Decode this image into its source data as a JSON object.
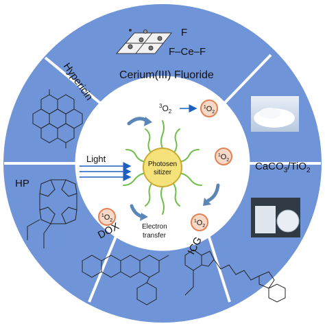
{
  "segments": {
    "cerium": {
      "label": "Cerium(III) Fluoride",
      "formula_top": "F",
      "formula_mid": "F–Ce–F"
    },
    "hypericin": {
      "label": "Hypericin"
    },
    "caco3": {
      "label_main": "CaCO",
      "label_sub": "3",
      "label_tail": "/TiO",
      "label_sub2": "2"
    },
    "hp": {
      "label": "HP"
    },
    "dox": {
      "label": "DOX"
    },
    "icg": {
      "label": "ICG"
    }
  },
  "center": {
    "core_line1": "Photosen",
    "core_line2": "sitizer",
    "light": "Light",
    "electron_line1": "Electron",
    "electron_line2": "transfer",
    "triplet_oxygen_main": "O",
    "triplet_oxygen_sup": "3",
    "triplet_oxygen_sub": "2",
    "singlet_oxygen_main": "O",
    "singlet_oxygen_sup": "1",
    "singlet_oxygen_sub": "2"
  },
  "colors": {
    "ring": "#6f95d8",
    "ring_border": "#ffffff",
    "inner_circle": "#ffffff",
    "core_fill": "#f6e27a",
    "core_stroke": "#c9aa2f",
    "wavy": "#6fbe4a",
    "arrow": "#5b86b8",
    "singlet_fill": "#f7d9c7",
    "singlet_stroke": "#e67f52"
  }
}
